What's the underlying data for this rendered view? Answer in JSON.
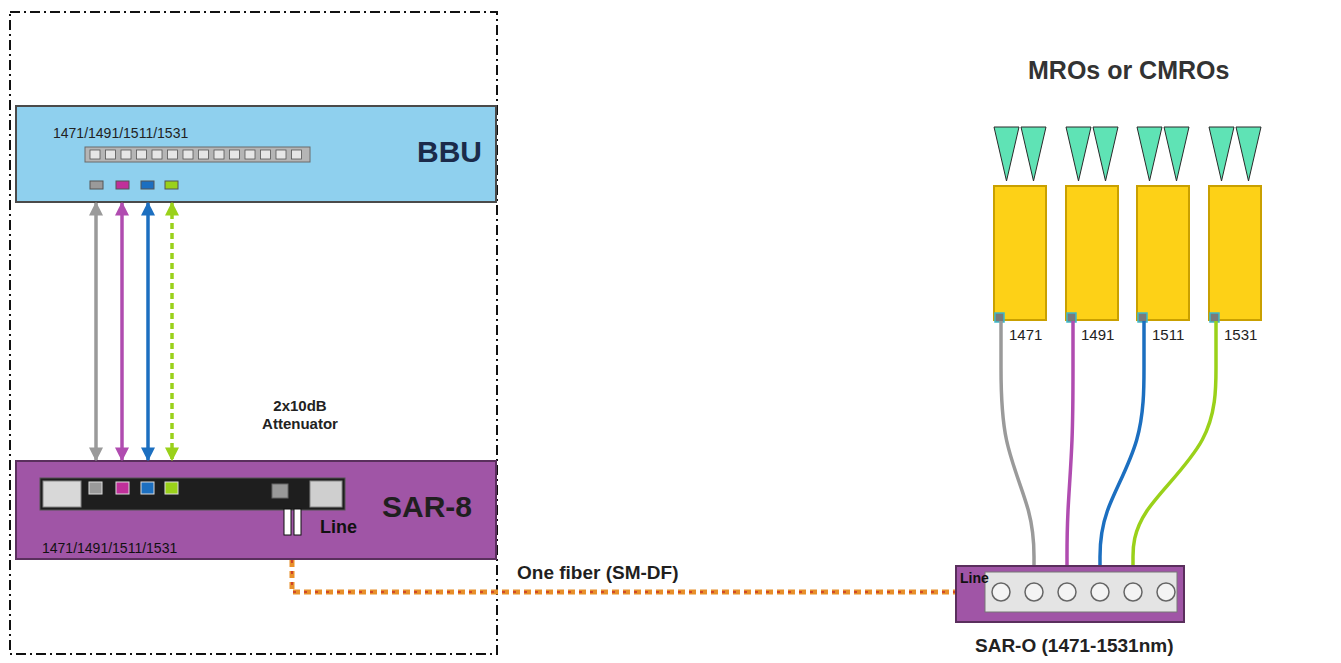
{
  "diagram": {
    "nodes": [
      {
        "text": [
          "BBU",
          "1471/1491/1511/1531"
        ]
      },
      {
        "text": [
          "SAR-8",
          "1471/1491/1511/1531",
          "Line"
        ]
      },
      {
        "text": [
          "1471"
        ]
      },
      {
        "text": [
          "1491"
        ]
      },
      {
        "text": [
          "1511"
        ]
      },
      {
        "text": [
          "1531"
        ]
      },
      {
        "text": [
          "Line",
          "SAR-O (1471-1531nm)"
        ]
      }
    ],
    "edges": [
      {
        "from": 0,
        "to": 1,
        "arrow": "both"
      },
      {
        "from": 0,
        "to": 1,
        "arrow": "both"
      },
      {
        "from": 0,
        "to": 1,
        "arrow": "both"
      },
      {
        "from": 0,
        "to": 1,
        "arrow": "both"
      },
      {
        "from": 1,
        "to": 6,
        "label": "One fiber (SM-DF)",
        "arrow": "none"
      },
      {
        "from": 6,
        "to": 2,
        "arrow": "none"
      },
      {
        "from": 6,
        "to": 3,
        "arrow": "none"
      },
      {
        "from": 6,
        "to": 4,
        "arrow": "none"
      },
      {
        "from": 6,
        "to": 5,
        "arrow": "none"
      }
    ],
    "labels": [
      "MROs or CMROs",
      "2x10dB Attenuator"
    ]
  }
}
